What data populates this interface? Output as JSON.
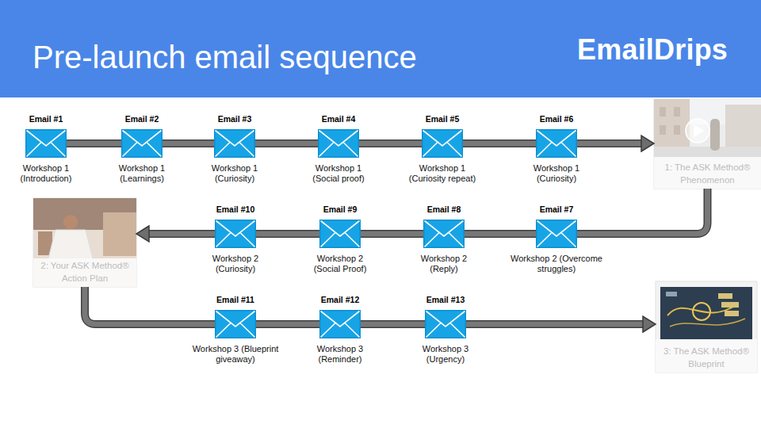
{
  "diagram": {
    "title": "Pre-launch email sequence",
    "nodes": [
      {
        "text": [
          "Email #1",
          "Workshop 1 (Introduction)"
        ]
      },
      {
        "text": [
          "Email #2",
          "Workshop 1 (Learnings)"
        ]
      },
      {
        "text": [
          "Email #3",
          "Workshop 1 (Curiosity)"
        ]
      },
      {
        "text": [
          "Email #4",
          "Workshop 1 (Social proof)"
        ]
      },
      {
        "text": [
          "Email #5",
          "Workshop 1 (Curiosity repeat)"
        ]
      },
      {
        "text": [
          "Email #6",
          "Workshop 1 (Curiosity)"
        ]
      },
      {
        "text": [
          "1: The ASK Method® Phenomenon"
        ]
      },
      {
        "text": [
          "Email #7",
          "Workshop 2 (Overcome struggles)"
        ]
      },
      {
        "text": [
          "Email #8",
          "Workshop 2 (Reply)"
        ]
      },
      {
        "text": [
          "Email #9",
          "Workshop 2 (Social Proof)"
        ]
      },
      {
        "text": [
          "Email #10",
          "Workshop 2 (Curiosity)"
        ]
      },
      {
        "text": [
          "2: Your ASK Method® Action Plan"
        ]
      },
      {
        "text": [
          "Email #11",
          "Workshop 3 (Blueprint giveaway)"
        ]
      },
      {
        "text": [
          "Email #12",
          "Workshop 3 (Reminder)"
        ]
      },
      {
        "text": [
          "Email #13",
          "Workshop 3 (Urgency)"
        ]
      },
      {
        "text": [
          "3: The ASK Method® Blueprint"
        ]
      }
    ],
    "edges": [
      {
        "from": 0,
        "to": 1,
        "arrow": "none"
      },
      {
        "from": 1,
        "to": 2,
        "arrow": "none"
      },
      {
        "from": 2,
        "to": 3,
        "arrow": "none"
      },
      {
        "from": 3,
        "to": 4,
        "arrow": "none"
      },
      {
        "from": 4,
        "to": 5,
        "arrow": "none"
      },
      {
        "from": 5,
        "to": 6,
        "arrow": "to"
      },
      {
        "from": 6,
        "to": 7,
        "arrow": "none"
      },
      {
        "from": 7,
        "to": 8,
        "arrow": "none"
      },
      {
        "from": 8,
        "to": 9,
        "arrow": "none"
      },
      {
        "from": 9,
        "to": 10,
        "arrow": "none"
      },
      {
        "from": 10,
        "to": 11,
        "arrow": "to"
      },
      {
        "from": 11,
        "to": 12,
        "arrow": "none"
      },
      {
        "from": 12,
        "to": 13,
        "arrow": "none"
      },
      {
        "from": 13,
        "to": 14,
        "arrow": "none"
      },
      {
        "from": 14,
        "to": 15,
        "arrow": "to"
      }
    ],
    "labels": [
      "EmailDrips"
    ]
  }
}
